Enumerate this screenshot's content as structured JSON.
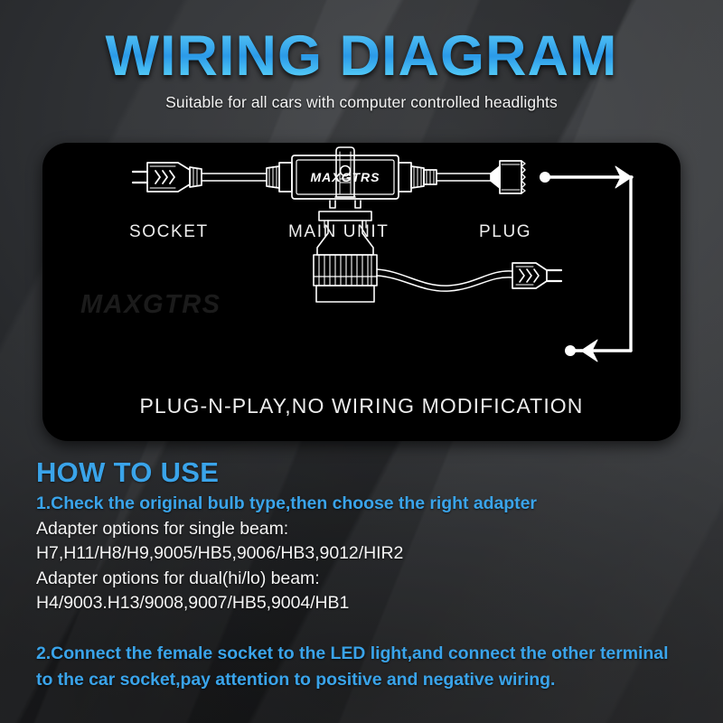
{
  "header": {
    "title": "WIRING DIAGRAM",
    "subtitle": "Suitable for all cars with computer controlled headlights",
    "title_gradient_top": "#b9e6fb",
    "title_gradient_mid": "#2b9ae8",
    "title_gradient_bottom": "#7fdcfa"
  },
  "diagram": {
    "watermark": "MAXGTRS",
    "main_unit_text": "MAXGTRS",
    "labels": {
      "socket": "SOCKET",
      "main_unit": "MAIN UNIT",
      "plug": "PLUG"
    },
    "caption": "PLUG-N-PLAY,NO WIRING MODIFICATION",
    "line_color": "#ffffff",
    "panel_color": "#000000",
    "watermark_color": "#1b1b1b"
  },
  "howto": {
    "title": "HOW TO USE",
    "accent_color": "#3aa4ea",
    "step1": "1.Check the original bulb type,then choose the right adapter",
    "single_beam_label": "Adapter options for single beam:",
    "single_beam_values": "H7,H11/H8/H9,9005/HB5,9006/HB3,9012/HIR2",
    "dual_beam_label": "Adapter options for dual(hi/lo) beam:",
    "dual_beam_values": "H4/9003.H13/9008,9007/HB5,9004/HB1",
    "step2_line1": "2.Connect the female socket to the LED light,and connect the other terminal",
    "step2_line2": "to the car socket,pay attention to positive and negative wiring."
  }
}
